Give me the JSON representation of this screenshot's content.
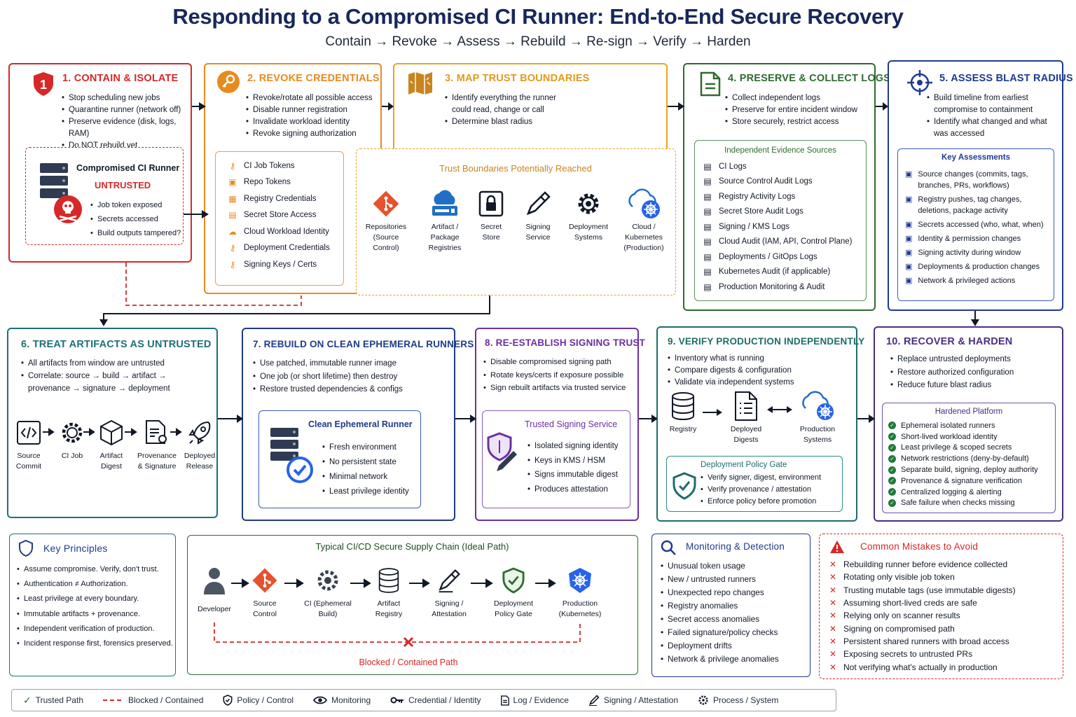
{
  "title": "Responding to a Compromised CI Runner: End-to-End Secure Recovery",
  "subtitle": "Contain → Revoke → Assess → Rebuild → Re-sign → Verify → Harden",
  "colors": {
    "red": "#d62828",
    "orange": "#e98a1e",
    "amber": "#e8a41e",
    "green": "#2f6b2f",
    "navy": "#1f3a93",
    "teal": "#1f6f78",
    "blue": "#1e3a8a",
    "purple": "#6b2fa3",
    "tealgreen": "#1d6d6a",
    "dkpurple": "#4b2e83"
  },
  "s1": {
    "num": "1.",
    "title": "CONTAIN & ISOLATE",
    "bullets": [
      "Stop scheduling new jobs",
      "Quarantine runner (network off)",
      "Preserve evidence (disk, logs, RAM)",
      "Do NOT rebuild yet"
    ],
    "runner_title": "Compromised CI Runner",
    "runner_status": "UNTRUSTED",
    "runner_bullets": [
      "Job token exposed",
      "Secrets accessed",
      "Build outputs tampered?"
    ]
  },
  "s2": {
    "num": "2.",
    "title": "REVOKE CREDENTIALS",
    "bullets": [
      "Revoke/rotate all possible access",
      "Disable runner registration",
      "Invalidate workload identity",
      "Revoke signing authorization"
    ],
    "items": [
      "CI Job Tokens",
      "Repo Tokens",
      "Registry Credentials",
      "Secret Store Access",
      "Cloud Workload Identity",
      "Deployment Credentials",
      "Signing Keys / Certs"
    ]
  },
  "s3": {
    "num": "3.",
    "title": "MAP TRUST BOUNDARIES",
    "bullets": [
      "Identify everything the runner could read, change or call",
      "Determine blast radius"
    ],
    "inner_title": "Trust Boundaries Potentially Reached",
    "nodes": [
      {
        "l1": "Repositories",
        "l2": "(Source Control)"
      },
      {
        "l1": "Artifact / Package",
        "l2": "Registries"
      },
      {
        "l1": "Secret",
        "l2": "Store"
      },
      {
        "l1": "Signing",
        "l2": "Service"
      },
      {
        "l1": "Deployment",
        "l2": "Systems"
      },
      {
        "l1": "Cloud / Kubernetes",
        "l2": "(Production)"
      }
    ]
  },
  "s4": {
    "num": "4.",
    "title": "PRESERVE & COLLECT LOGS",
    "bullets": [
      "Collect independent logs",
      "Preserve for entire incident window",
      "Store securely, restrict access"
    ],
    "inner_title": "Independent Evidence Sources",
    "items": [
      "CI Logs",
      "Source Control Audit Logs",
      "Registry Activity Logs",
      "Secret Store Audit Logs",
      "Signing / KMS Logs",
      "Cloud Audit (IAM, API, Control Plane)",
      "Deployments / GitOps Logs",
      "Kubernetes Audit (if applicable)",
      "Production Monitoring & Audit"
    ]
  },
  "s5": {
    "num": "5.",
    "title": "ASSESS BLAST RADIUS",
    "bullets": [
      "Build timeline from earliest compromise to containment",
      "Identify what changed and what was accessed"
    ],
    "inner_title": "Key Assessments",
    "items": [
      {
        "l1": "Source changes (commits, tags,",
        "l2": "branches, PRs, workflows)"
      },
      {
        "l1": "Registry pushes, tag changes,",
        "l2": "deletions, package activity"
      },
      {
        "l1": "Secrets accessed (who, what, when)",
        "l2": ""
      },
      {
        "l1": "Identity & permission changes",
        "l2": ""
      },
      {
        "l1": "Signing activity during window",
        "l2": ""
      },
      {
        "l1": "Deployments & production changes",
        "l2": ""
      },
      {
        "l1": "Network & privileged actions",
        "l2": ""
      }
    ]
  },
  "s6": {
    "num": "6.",
    "title": "TREAT ARTIFACTS AS UNTRUSTED",
    "bullets": [
      "All artifacts from window are untrusted",
      "Correlate: source → build → artifact → provenance → signature → deployment"
    ],
    "nodes": [
      {
        "l1": "Source",
        "l2": "Commit"
      },
      {
        "l1": "CI Job",
        "l2": ""
      },
      {
        "l1": "Artifact",
        "l2": "Digest"
      },
      {
        "l1": "Provenance",
        "l2": "& Signature"
      },
      {
        "l1": "Deployed",
        "l2": "Release"
      }
    ]
  },
  "s7": {
    "num": "7.",
    "title": "REBUILD ON CLEAN EPHEMERAL RUNNERS",
    "bullets": [
      "Use patched, immutable runner image",
      "One job (or short lifetime) then destroy",
      "Restore trusted dependencies & configs"
    ],
    "inner_title": "Clean Ephemeral Runner",
    "inner_bullets": [
      "Fresh environment",
      "No persistent state",
      "Minimal network",
      "Least privilege identity"
    ]
  },
  "s8": {
    "num": "8.",
    "title": "RE-ESTABLISH SIGNING TRUST",
    "bullets": [
      "Disable compromised signing path",
      "Rotate keys/certs if exposure possible",
      "Sign rebuilt artifacts via trusted service"
    ],
    "inner_title": "Trusted Signing Service",
    "inner_bullets": [
      "Isolated signing identity",
      "Keys in KMS / HSM",
      "Signs immutable digest",
      "Produces attestation"
    ]
  },
  "s9": {
    "num": "9.",
    "title": "VERIFY PRODUCTION INDEPENDENTLY",
    "bullets": [
      "Inventory what is running",
      "Compare digests & configuration",
      "Validate via independent systems"
    ],
    "nodes": [
      {
        "l1": "Registry",
        "l2": ""
      },
      {
        "l1": "Deployed",
        "l2": "Digests"
      },
      {
        "l1": "Production",
        "l2": "Systems"
      }
    ],
    "inner_title": "Deployment Policy Gate",
    "inner_bullets": [
      "Verify signer, digest, environment",
      "Verify provenance / attestation",
      "Enforce policy before promotion"
    ]
  },
  "s10": {
    "num": "10.",
    "title": "RECOVER & HARDEN",
    "bullets": [
      "Replace untrusted deployments",
      "Restore authorized configuration",
      "Reduce future blast radius"
    ],
    "inner_title": "Hardened Platform",
    "items": [
      "Ephemeral isolated runners",
      "Short-lived workload identity",
      "Least privilege & scoped secrets",
      "Network restrictions (deny-by-default)",
      "Separate build, signing, deploy authority",
      "Provenance & signature verification",
      "Centralized logging & alerting",
      "Safe failure when checks missing"
    ]
  },
  "principles": {
    "title": "Key Principles",
    "items": [
      "Assume compromise. Verify, don't trust.",
      "Authentication ≠ Authorization.",
      "Least privilege at every boundary.",
      "Immutable artifacts + provenance.",
      "Independent verification of production.",
      "Incident response first, forensics preserved."
    ]
  },
  "chain": {
    "title": "Typical CI/CD Secure Supply Chain (Ideal Path)",
    "nodes": [
      {
        "l1": "Developer",
        "l2": ""
      },
      {
        "l1": "Source",
        "l2": "Control"
      },
      {
        "l1": "CI (Ephemeral",
        "l2": "Build)"
      },
      {
        "l1": "Artifact",
        "l2": "Registry"
      },
      {
        "l1": "Signing /",
        "l2": "Attestation"
      },
      {
        "l1": "Deployment",
        "l2": "Policy Gate"
      },
      {
        "l1": "Production",
        "l2": "(Kubernetes)"
      }
    ],
    "blocked_label": "Blocked / Contained Path"
  },
  "monitoring": {
    "title": "Monitoring & Detection",
    "items": [
      "Unusual token usage",
      "New / untrusted runners",
      "Unexpected repo changes",
      "Registry anomalies",
      "Secret access anomalies",
      "Failed signature/policy checks",
      "Deployment drifts",
      "Network & privilege anomalies"
    ]
  },
  "mistakes": {
    "title": "Common Mistakes to Avoid",
    "items": [
      "Rebuilding runner before evidence collected",
      "Rotating only visible job token",
      "Trusting mutable tags (use immutable digests)",
      "Assuming short-lived creds are safe",
      "Relying only on scanner results",
      "Signing on compromised path",
      "Persistent shared runners with broad access",
      "Exposing secrets to untrusted PRs",
      "Not verifying what's actually in production"
    ]
  },
  "legend": [
    {
      "icon": "check-icon",
      "label": "Trusted Path"
    },
    {
      "icon": "dash-icon",
      "label": "Blocked / Contained"
    },
    {
      "icon": "shield-icon",
      "label": "Policy / Control"
    },
    {
      "icon": "eye-icon",
      "label": "Monitoring"
    },
    {
      "icon": "key-icon",
      "label": "Credential / Identity"
    },
    {
      "icon": "document-icon",
      "label": "Log / Evidence"
    },
    {
      "icon": "pen-icon",
      "label": "Signing / Attestation"
    },
    {
      "icon": "gear-icon",
      "label": "Process / System"
    }
  ]
}
